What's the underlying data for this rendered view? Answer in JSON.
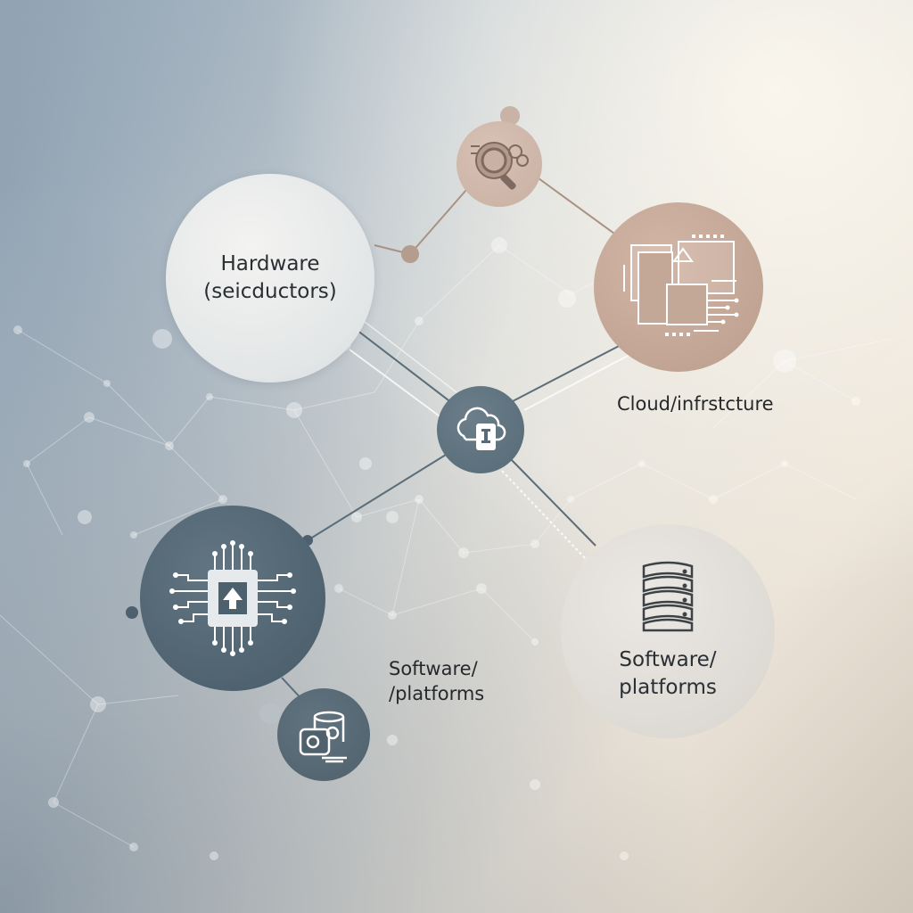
{
  "nodes": {
    "hardware": {
      "line1": "Hardware",
      "line2": "(seicductors)",
      "icon": "none"
    },
    "cloud": {
      "label": "Cloud/infrstcture",
      "icon": "circuit-windows-icon"
    },
    "software_right": {
      "line1": "Software/",
      "line2": "platforms",
      "icon": "server-stack-icon"
    },
    "software_left": {
      "line1": "Software/",
      "line2": "/platforms"
    },
    "chip": {
      "icon": "cpu-chip-icon"
    },
    "hub": {
      "icon": "cloud-network-icon"
    },
    "search": {
      "icon": "magnifier-gears-icon"
    },
    "database": {
      "icon": "database-gear-icon"
    }
  },
  "colors": {
    "dark_slate": "#4d606e",
    "warm_beige": "#bfa291",
    "light_grey": "#e3e6e7",
    "line_color": "#5b6d79"
  }
}
